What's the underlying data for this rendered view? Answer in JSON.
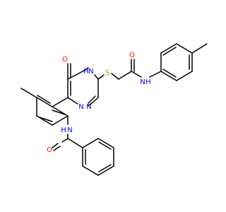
{
  "molecule": {
    "colors": {
      "carbon_bond": "#000000",
      "oxygen": "#ff0000",
      "nitrogen": "#0000ff",
      "sulfur": "#b8a000"
    },
    "atoms": {
      "ketone_o": "O",
      "amide_o_top": "O",
      "amide_o_bottom": "O",
      "ring_nh": "H",
      "ring_nh_n": "N",
      "ring_n_left": "N",
      "ring_n_right": "N",
      "amide_nh_top_n": "N",
      "amide_nh_top_h": "H",
      "amide_nh_bottom_n": "N",
      "amide_nh_bottom_h": "H",
      "sulfur": "S"
    }
  }
}
